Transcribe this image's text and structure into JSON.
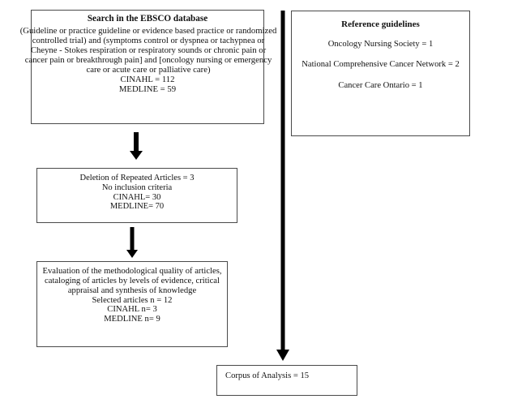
{
  "diagram": {
    "type": "flowchart",
    "title": "Literature search and selection flow diagram",
    "boxes": {
      "search": {
        "title": "Search in the EBSCO database",
        "query": "(Guideline or practice guideline or evidence based practice or randomized controlled trial) and (symptoms control or dyspnea or tachypnea or Cheyne - Stokes respiration or respiratory sounds or chronic pain or cancer pain or breakthrough pain] and [oncology nursing or emergency care or acute care or palliative care)",
        "cinahl": "CINAHL = 112",
        "medline": "MEDLINE = 59"
      },
      "deletion": {
        "line1": "Deletion of Repeated Articles = 3",
        "line2": "No inclusion criteria",
        "cinahl": "CINAHL= 30",
        "medline": "MEDLINE= 70"
      },
      "evaluation": {
        "description": "Evaluation of the methodological quality of articles, cataloging of articles by levels of evidence, critical appraisal and synthesis of knowledge",
        "selected": "Selected articles n = 12",
        "cinahl": "CINAHL n= 3",
        "medline": "MEDLINE n= 9"
      },
      "corpus": {
        "label": "Corpus of Analysis = 15"
      },
      "reference": {
        "title": "Reference guidelines",
        "entries": [
          "Oncology Nursing Society = 1",
          "National Comprehensive Cancer Network = 2",
          "Cancer Care Ontario = 1"
        ]
      }
    },
    "arrows": [
      {
        "name": "search-to-deletion",
        "direction": "down"
      },
      {
        "name": "deletion-to-evaluation",
        "direction": "down"
      },
      {
        "name": "reference-to-corpus",
        "direction": "down"
      }
    ],
    "colors": {
      "background": "#ffffff",
      "box_border": "#4a4a4a",
      "arrow": "#000000",
      "text": "#111111"
    }
  }
}
